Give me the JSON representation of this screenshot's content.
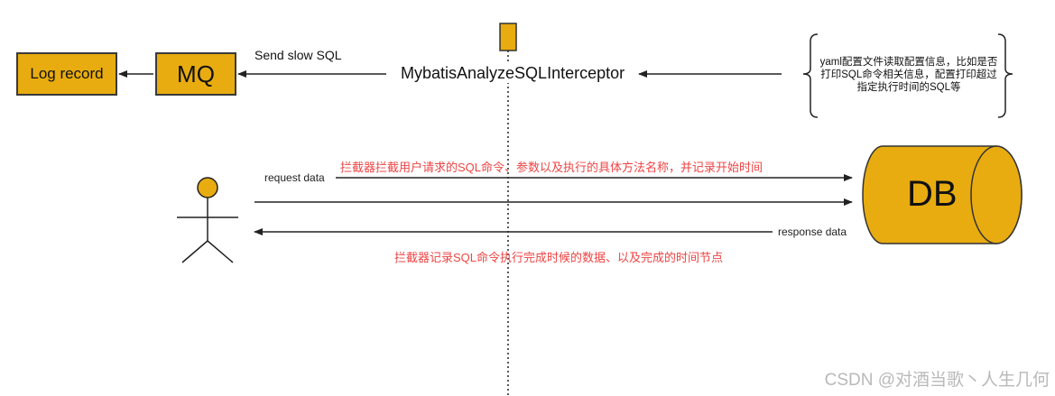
{
  "nodes": {
    "log_record": "Log record",
    "mq": "MQ",
    "interceptor": "MybatisAnalyzeSQLInterceptor",
    "db": "DB"
  },
  "labels": {
    "send_slow_sql": "Send slow SQL",
    "request_data": "request data",
    "response_data": "response data"
  },
  "config_note": {
    "line1": "yaml配置文件读取配置信息，比如是否",
    "line2": "打印SQL命令相关信息，配置打印超过",
    "line3": "指定执行时间的SQL等"
  },
  "annotations": {
    "request": "拦截器拦截用户请求的SQL命令、参数以及执行的具体方法名称，并记录开始时间",
    "response": "拦截器记录SQL命令执行完成时候的数据、以及完成的时间节点"
  },
  "watermark": "CSDN @对酒当歌丶人生几何",
  "colors": {
    "box_fill": "#e8ac10",
    "annotation_text": "#ee4444"
  }
}
